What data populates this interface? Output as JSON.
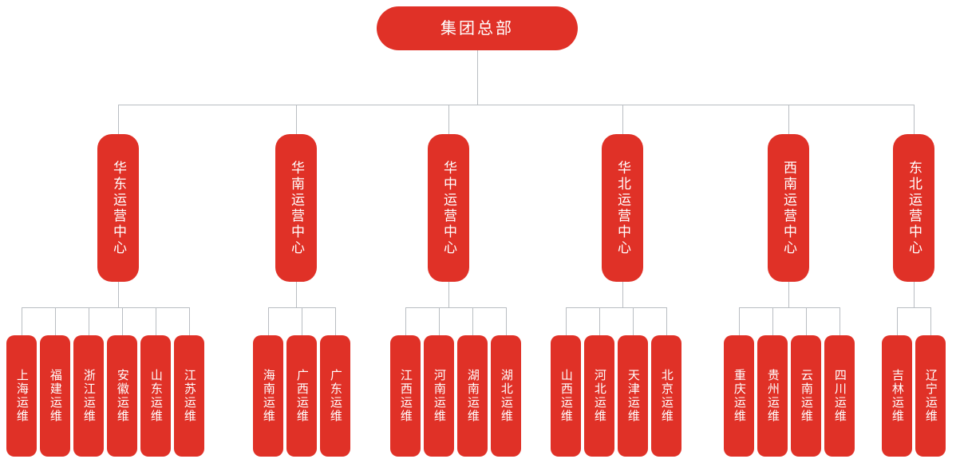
{
  "diagram": {
    "type": "org-chart",
    "accent_color": "#e03127",
    "connector_color": "#b9bdc2",
    "background": "#ffffff",
    "root": {
      "label": "集团总部"
    },
    "regions": [
      {
        "label": "华东运营中心",
        "children": [
          {
            "label": "上海运维"
          },
          {
            "label": "福建运维"
          },
          {
            "label": "浙江运维"
          },
          {
            "label": "安徽运维"
          },
          {
            "label": "山东运维"
          },
          {
            "label": "江苏运维"
          }
        ]
      },
      {
        "label": "华南运营中心",
        "children": [
          {
            "label": "海南运维"
          },
          {
            "label": "广西运维"
          },
          {
            "label": "广东运维"
          }
        ]
      },
      {
        "label": "华中运营中心",
        "children": [
          {
            "label": "江西运维"
          },
          {
            "label": "河南运维"
          },
          {
            "label": "湖南运维"
          },
          {
            "label": "湖北运维"
          }
        ]
      },
      {
        "label": "华北运营中心",
        "children": [
          {
            "label": "山西运维"
          },
          {
            "label": "河北运维"
          },
          {
            "label": "天津运维"
          },
          {
            "label": "北京运维"
          }
        ]
      },
      {
        "label": "西南运营中心",
        "children": [
          {
            "label": "重庆运维"
          },
          {
            "label": "贵州运维"
          },
          {
            "label": "云南运维"
          },
          {
            "label": "四川运维"
          }
        ]
      },
      {
        "label": "东北运营中心",
        "children": [
          {
            "label": "吉林运维"
          },
          {
            "label": "辽宁运维"
          }
        ]
      }
    ]
  }
}
